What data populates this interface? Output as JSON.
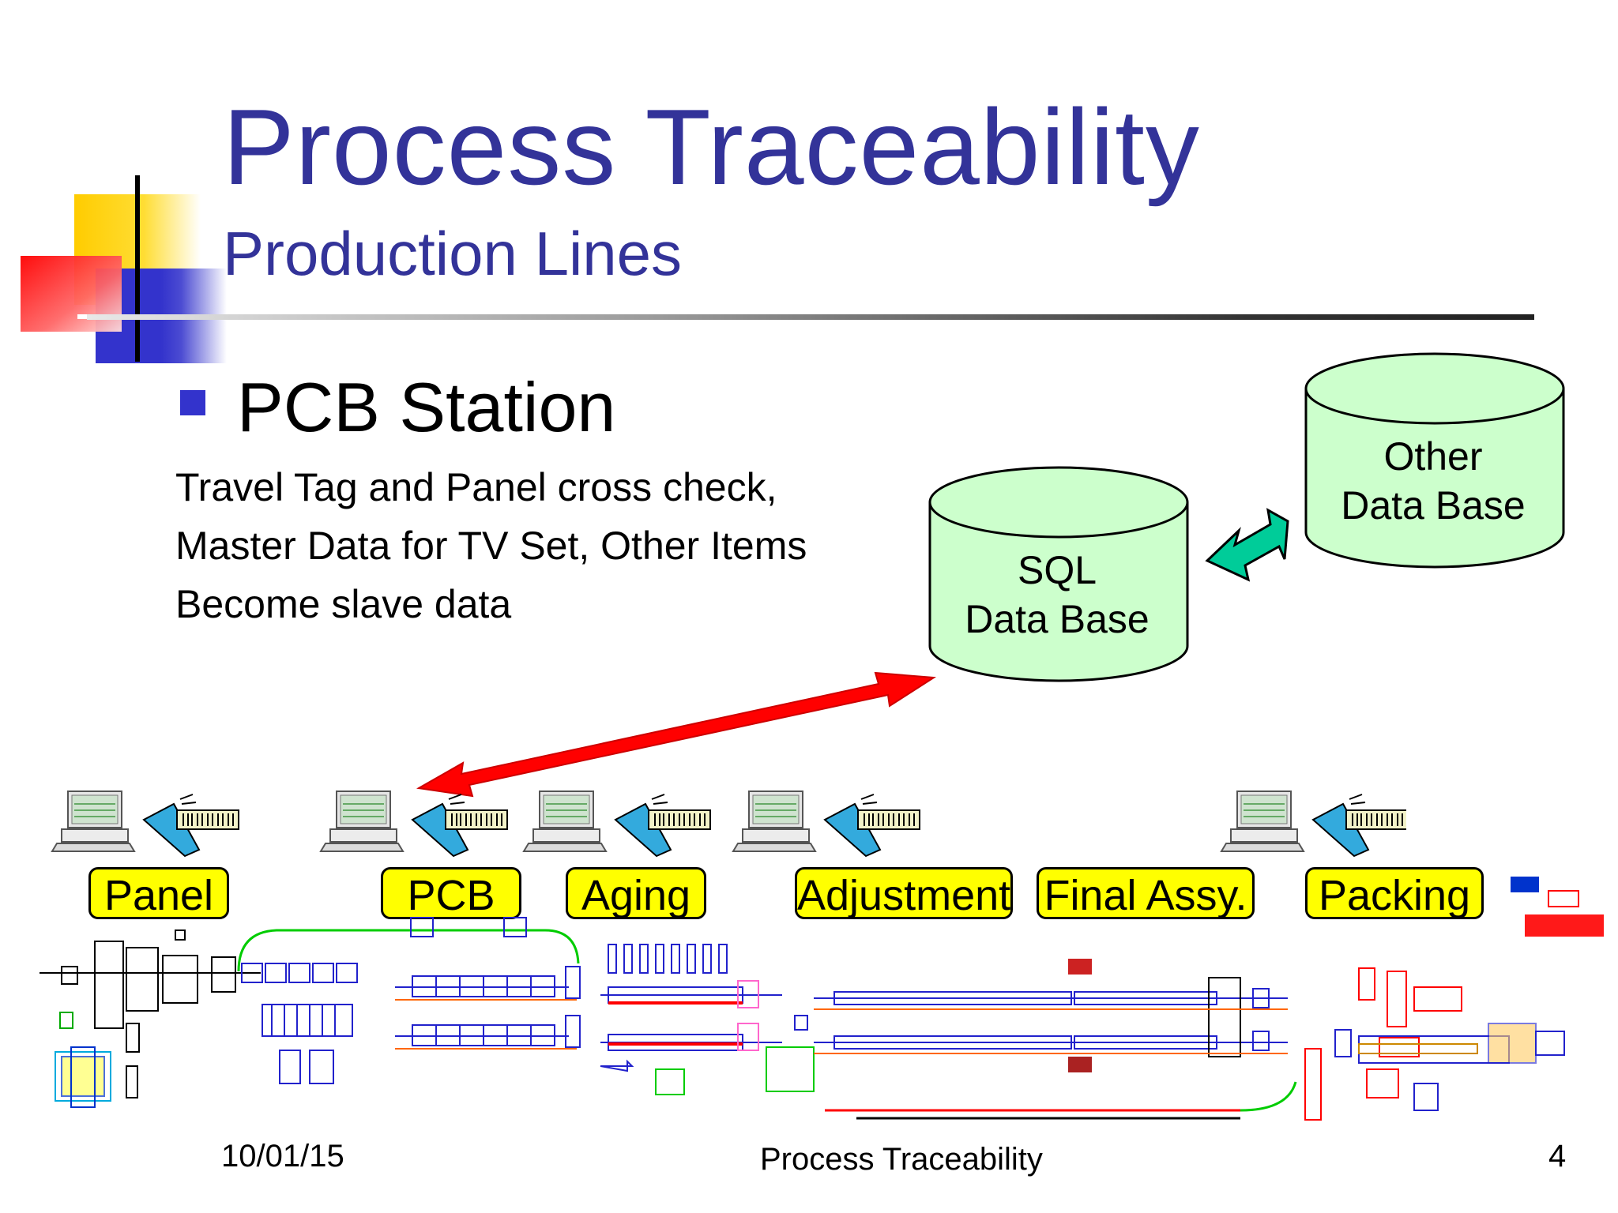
{
  "slide": {
    "title": "Process Traceability",
    "subtitle": "Production Lines",
    "bullet": "PCB Station",
    "body_lines": [
      "Travel Tag and Panel cross check,",
      "Master Data for TV Set, Other Items",
      "Become slave data"
    ]
  },
  "databases": {
    "sql": [
      "SQL",
      "Data Base"
    ],
    "other": [
      "Other",
      "Data Base"
    ]
  },
  "stations": [
    "Panel",
    "PCB",
    "Aging",
    "Adjustment",
    "Final Assy.",
    "Packing"
  ],
  "footer": {
    "date": "10/01/15",
    "center": "Process Traceability",
    "page": "4"
  },
  "colors": {
    "title": "#333399",
    "db_fill": "#ccffcc",
    "station_fill": "#ffff00",
    "main_arrow": "#ff0000",
    "db_link_arrow": "#00cc99"
  },
  "icons": [
    "computer-icon",
    "barcode-scanner-icon"
  ]
}
